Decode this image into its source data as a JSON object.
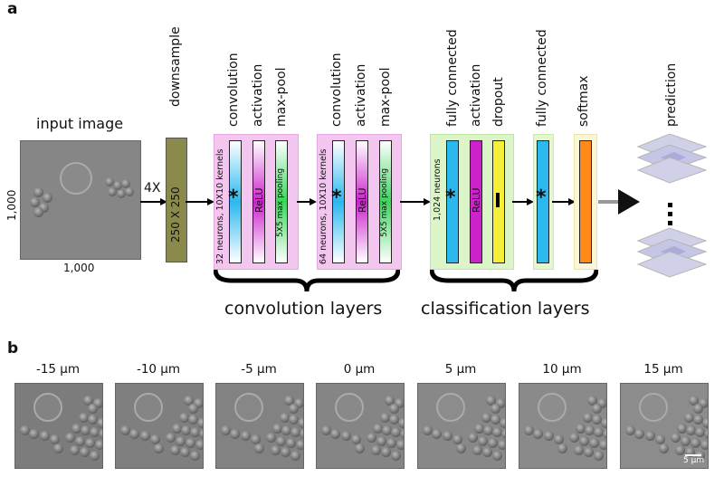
{
  "panel_a": {
    "letter": "a",
    "input_title": "input image",
    "dim_left": "1,000",
    "dim_bottom": "1,000",
    "scale_factor": "4X",
    "downsample_box": "250 X 250",
    "headers": {
      "downsample": "downsample",
      "convolution1": "convolution",
      "activation1": "activation",
      "maxpool1": "max-pool",
      "convolution2": "convolution",
      "activation2": "activation",
      "maxpool2": "max-pool",
      "fc1": "fully connected",
      "activation3": "activation",
      "dropout": "dropout",
      "fc2": "fully connected",
      "softmax": "softmax",
      "prediction": "prediction"
    },
    "block1_neurons": "32 neurons, 10X10 kernels",
    "block2_neurons": "64 neurons, 10X10 kernels",
    "fc_neurons": "1,024 neurons",
    "relu": "ReLU",
    "maxpool_text": "5X5 max pooling",
    "conv_symbol": "*",
    "group_conv": "convolution layers",
    "group_class": "classification layers",
    "colors": {
      "conv_bg": "#f2c6ee",
      "class_bg": "#dcf5c8",
      "fc2_bg": "#e4f7cf",
      "softmax_bg": "#fbf6d6",
      "downsample": "#8b8a4d",
      "cyan": "#2ab8ef",
      "magenta": "#cc22cc",
      "yellow": "#f5ef3a",
      "orange": "#ff8a1a",
      "green": "#38d65a"
    }
  },
  "panel_b": {
    "letter": "b",
    "focus_labels": [
      "-15 µm",
      "-10 µm",
      "-5 µm",
      "0 µm",
      "5 µm",
      "10 µm",
      "15 µm"
    ],
    "scale_bar": "5 µm"
  }
}
